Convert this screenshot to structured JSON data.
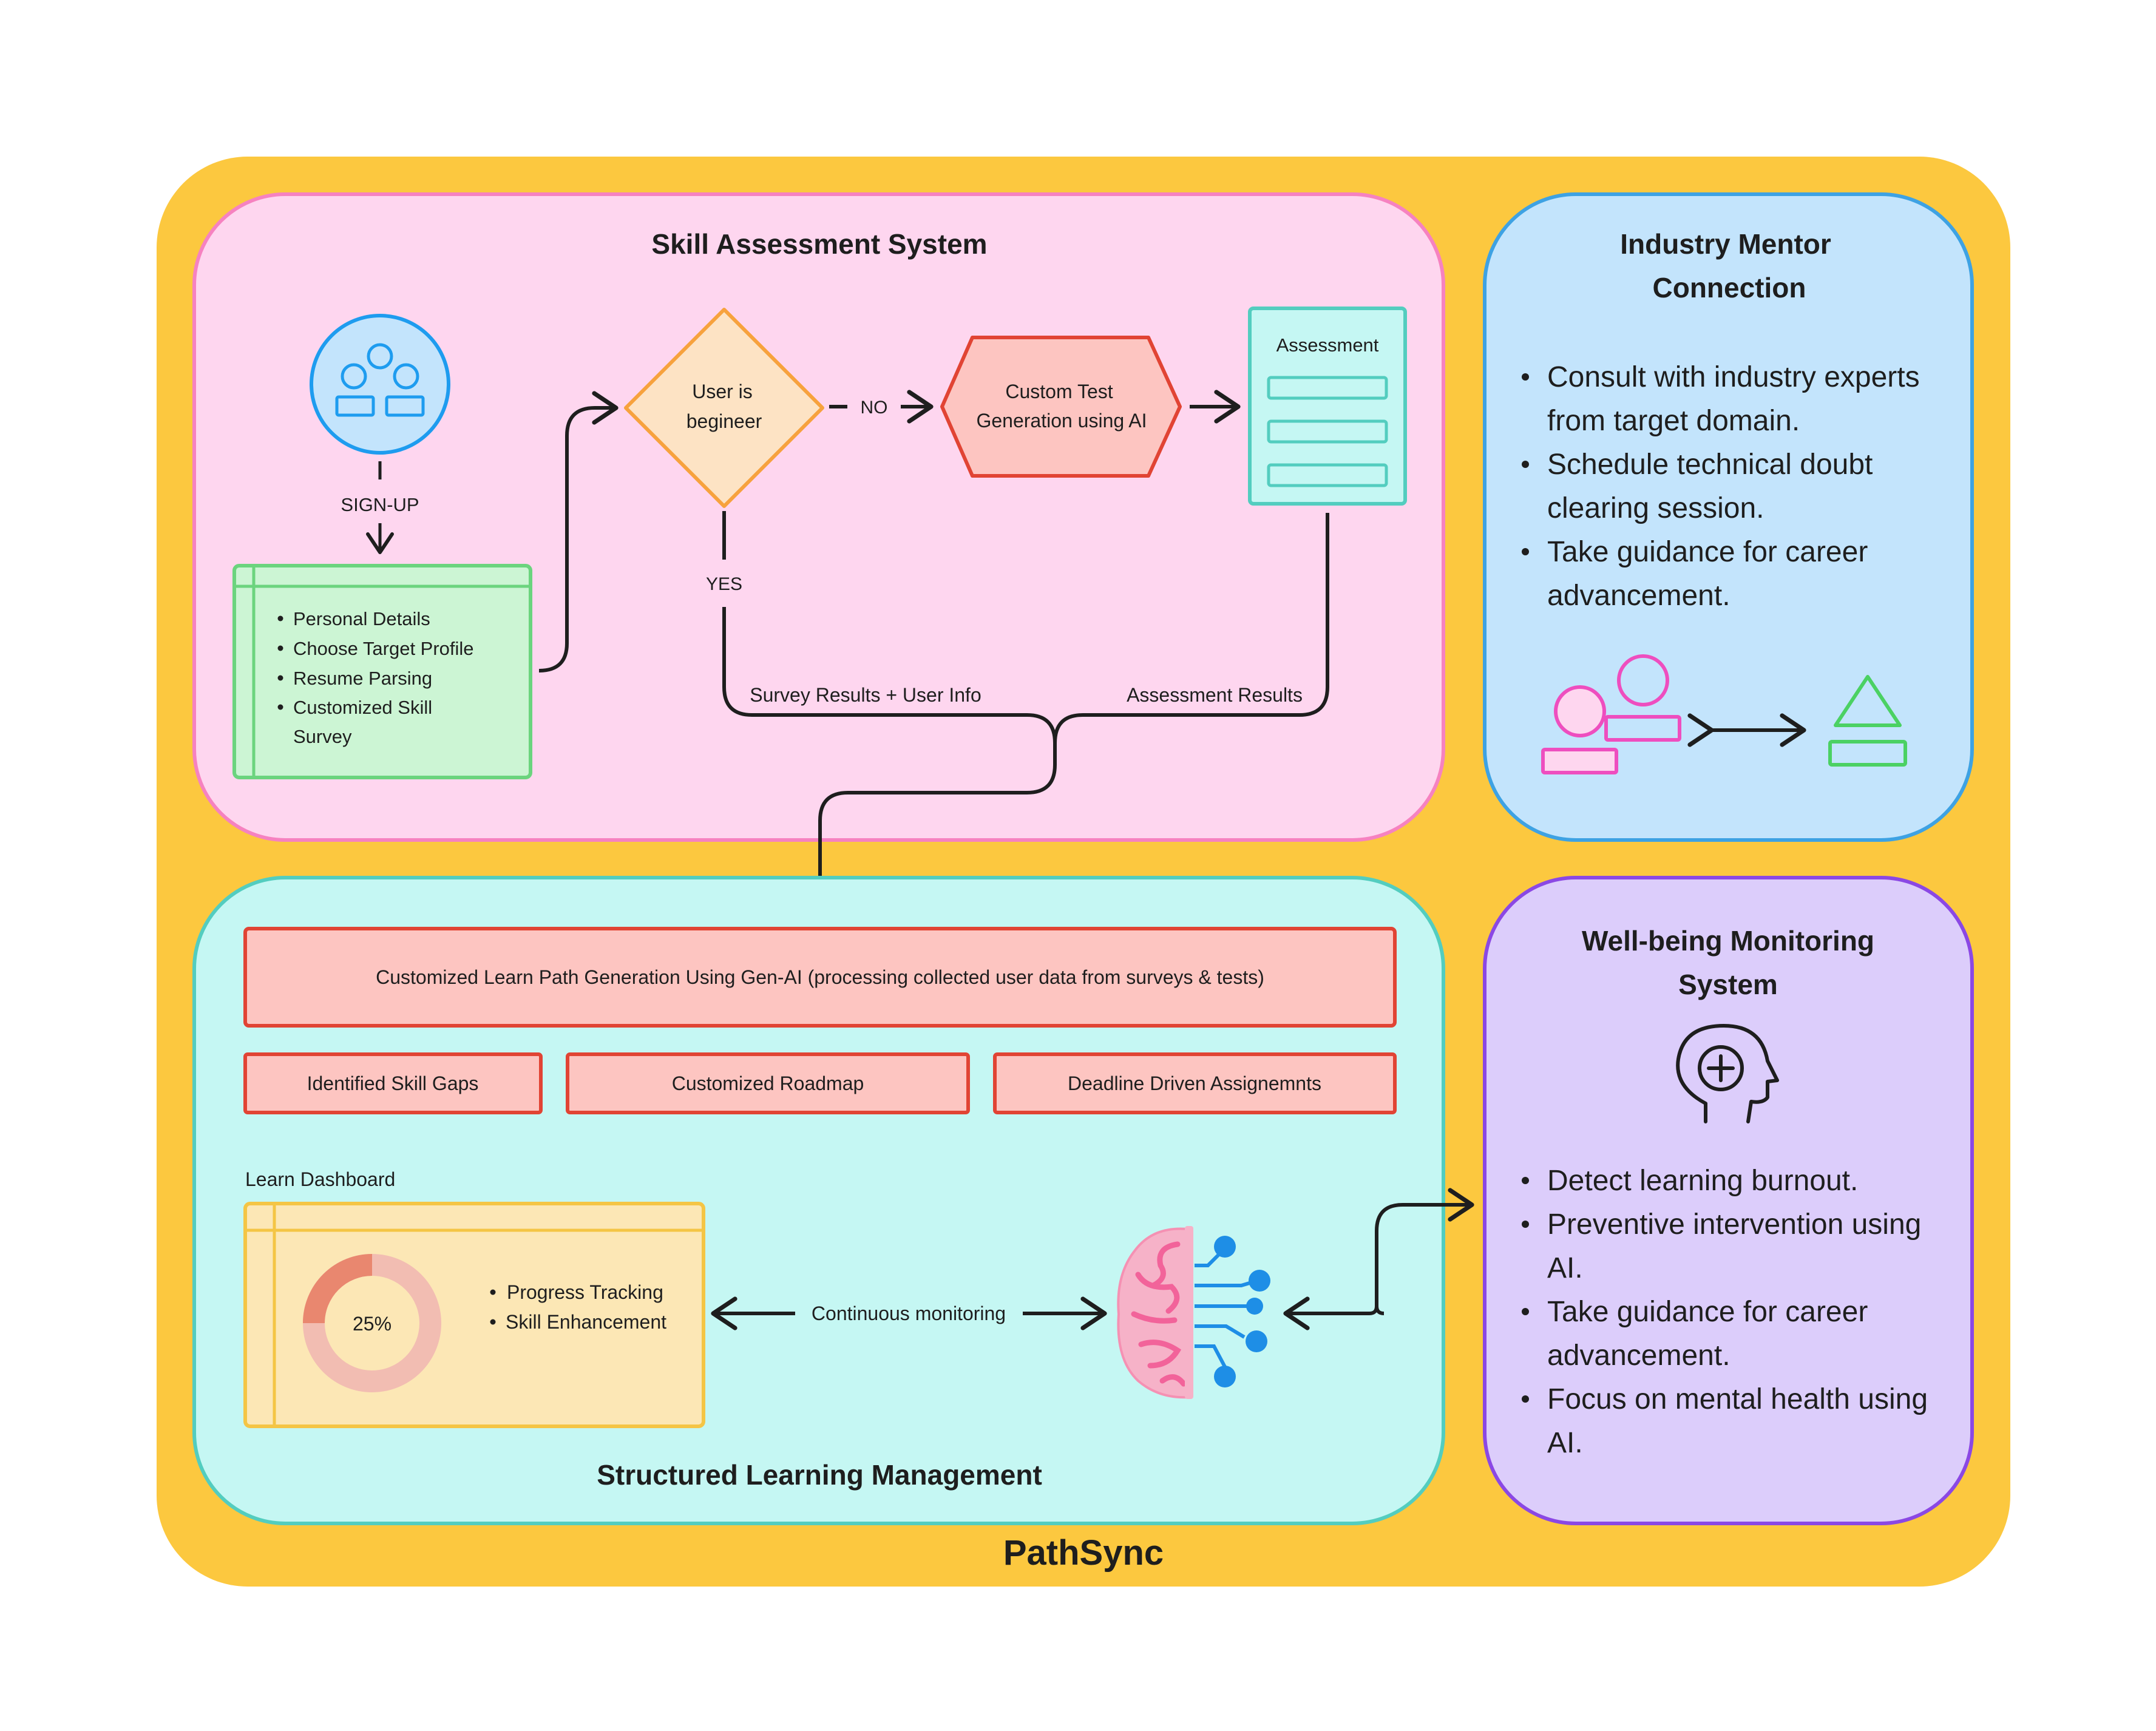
{
  "app_title": "PathSync",
  "colors": {
    "outer": "#fcc83f",
    "skill_bg": "#fed6ef",
    "skill_border": "#f682c0",
    "mentor_bg": "#c3e4fc",
    "mentor_border": "#3ea2e3",
    "learning_bg": "#c5f7f3",
    "learning_border": "#53cdbf",
    "wellbeing_bg": "#dccdfb",
    "wellbeing_border": "#8b48e4",
    "red_box_bg": "#fdc5c1",
    "red_box_border": "#e14434",
    "green_bg": "#ccf5d4",
    "green_border": "#6bd47e",
    "dashboard_bg": "#fce7b5",
    "dashboard_border": "#f4c545",
    "accent_blue": "#1e9cef"
  },
  "skill_assessment": {
    "title": "Skill Assessment System",
    "signup_label": "SIGN-UP",
    "signup_items": [
      "Personal Details",
      "Choose Target Profile",
      "Resume Parsing",
      "Customized Skill",
      "Survey"
    ],
    "decision": [
      "User is",
      "begineer"
    ],
    "no_label": "NO",
    "yes_label": "YES",
    "custom_test": [
      "Custom Test",
      "Generation using AI"
    ],
    "assessment_label": "Assessment",
    "survey_results_label": "Survey Results + User Info",
    "assessment_results_label": "Assessment Results"
  },
  "mentor": {
    "title_line1": "Industry Mentor",
    "title_line2": "Connection",
    "bullets": [
      [
        "Consult with industry experts",
        "from target domain."
      ],
      [
        "Schedule technical doubt",
        "clearing session."
      ],
      [
        "Take guidance for career",
        "advancement."
      ]
    ]
  },
  "learning": {
    "title": "Structured Learning Management",
    "path_generation": "Customized Learn Path Generation Using Gen-AI (processing collected user data from surveys & tests)",
    "boxes": [
      "Identified Skill Gaps",
      "Customized Roadmap",
      "Deadline Driven Assignemnts"
    ],
    "dashboard_label": "Learn Dashboard",
    "progress_percent": 25,
    "progress_label": "25%",
    "dashboard_items": [
      "Progress Tracking",
      "Skill Enhancement"
    ],
    "monitoring_label": "Continuous monitoring"
  },
  "wellbeing": {
    "title_line1": "Well-being Monitoring",
    "title_line2": "System",
    "bullets": [
      [
        "Detect learning burnout."
      ],
      [
        "Preventive intervention using",
        "AI."
      ],
      [
        "Take guidance for career",
        "advancement."
      ],
      [
        "Focus on mental health using",
        "AI."
      ]
    ]
  },
  "icons": [
    "users-hierarchy-icon",
    "assessment-list-icon",
    "mentor-mentee-icon",
    "mind-health-icon",
    "ai-brain-icon",
    "progress-ring-icon"
  ]
}
